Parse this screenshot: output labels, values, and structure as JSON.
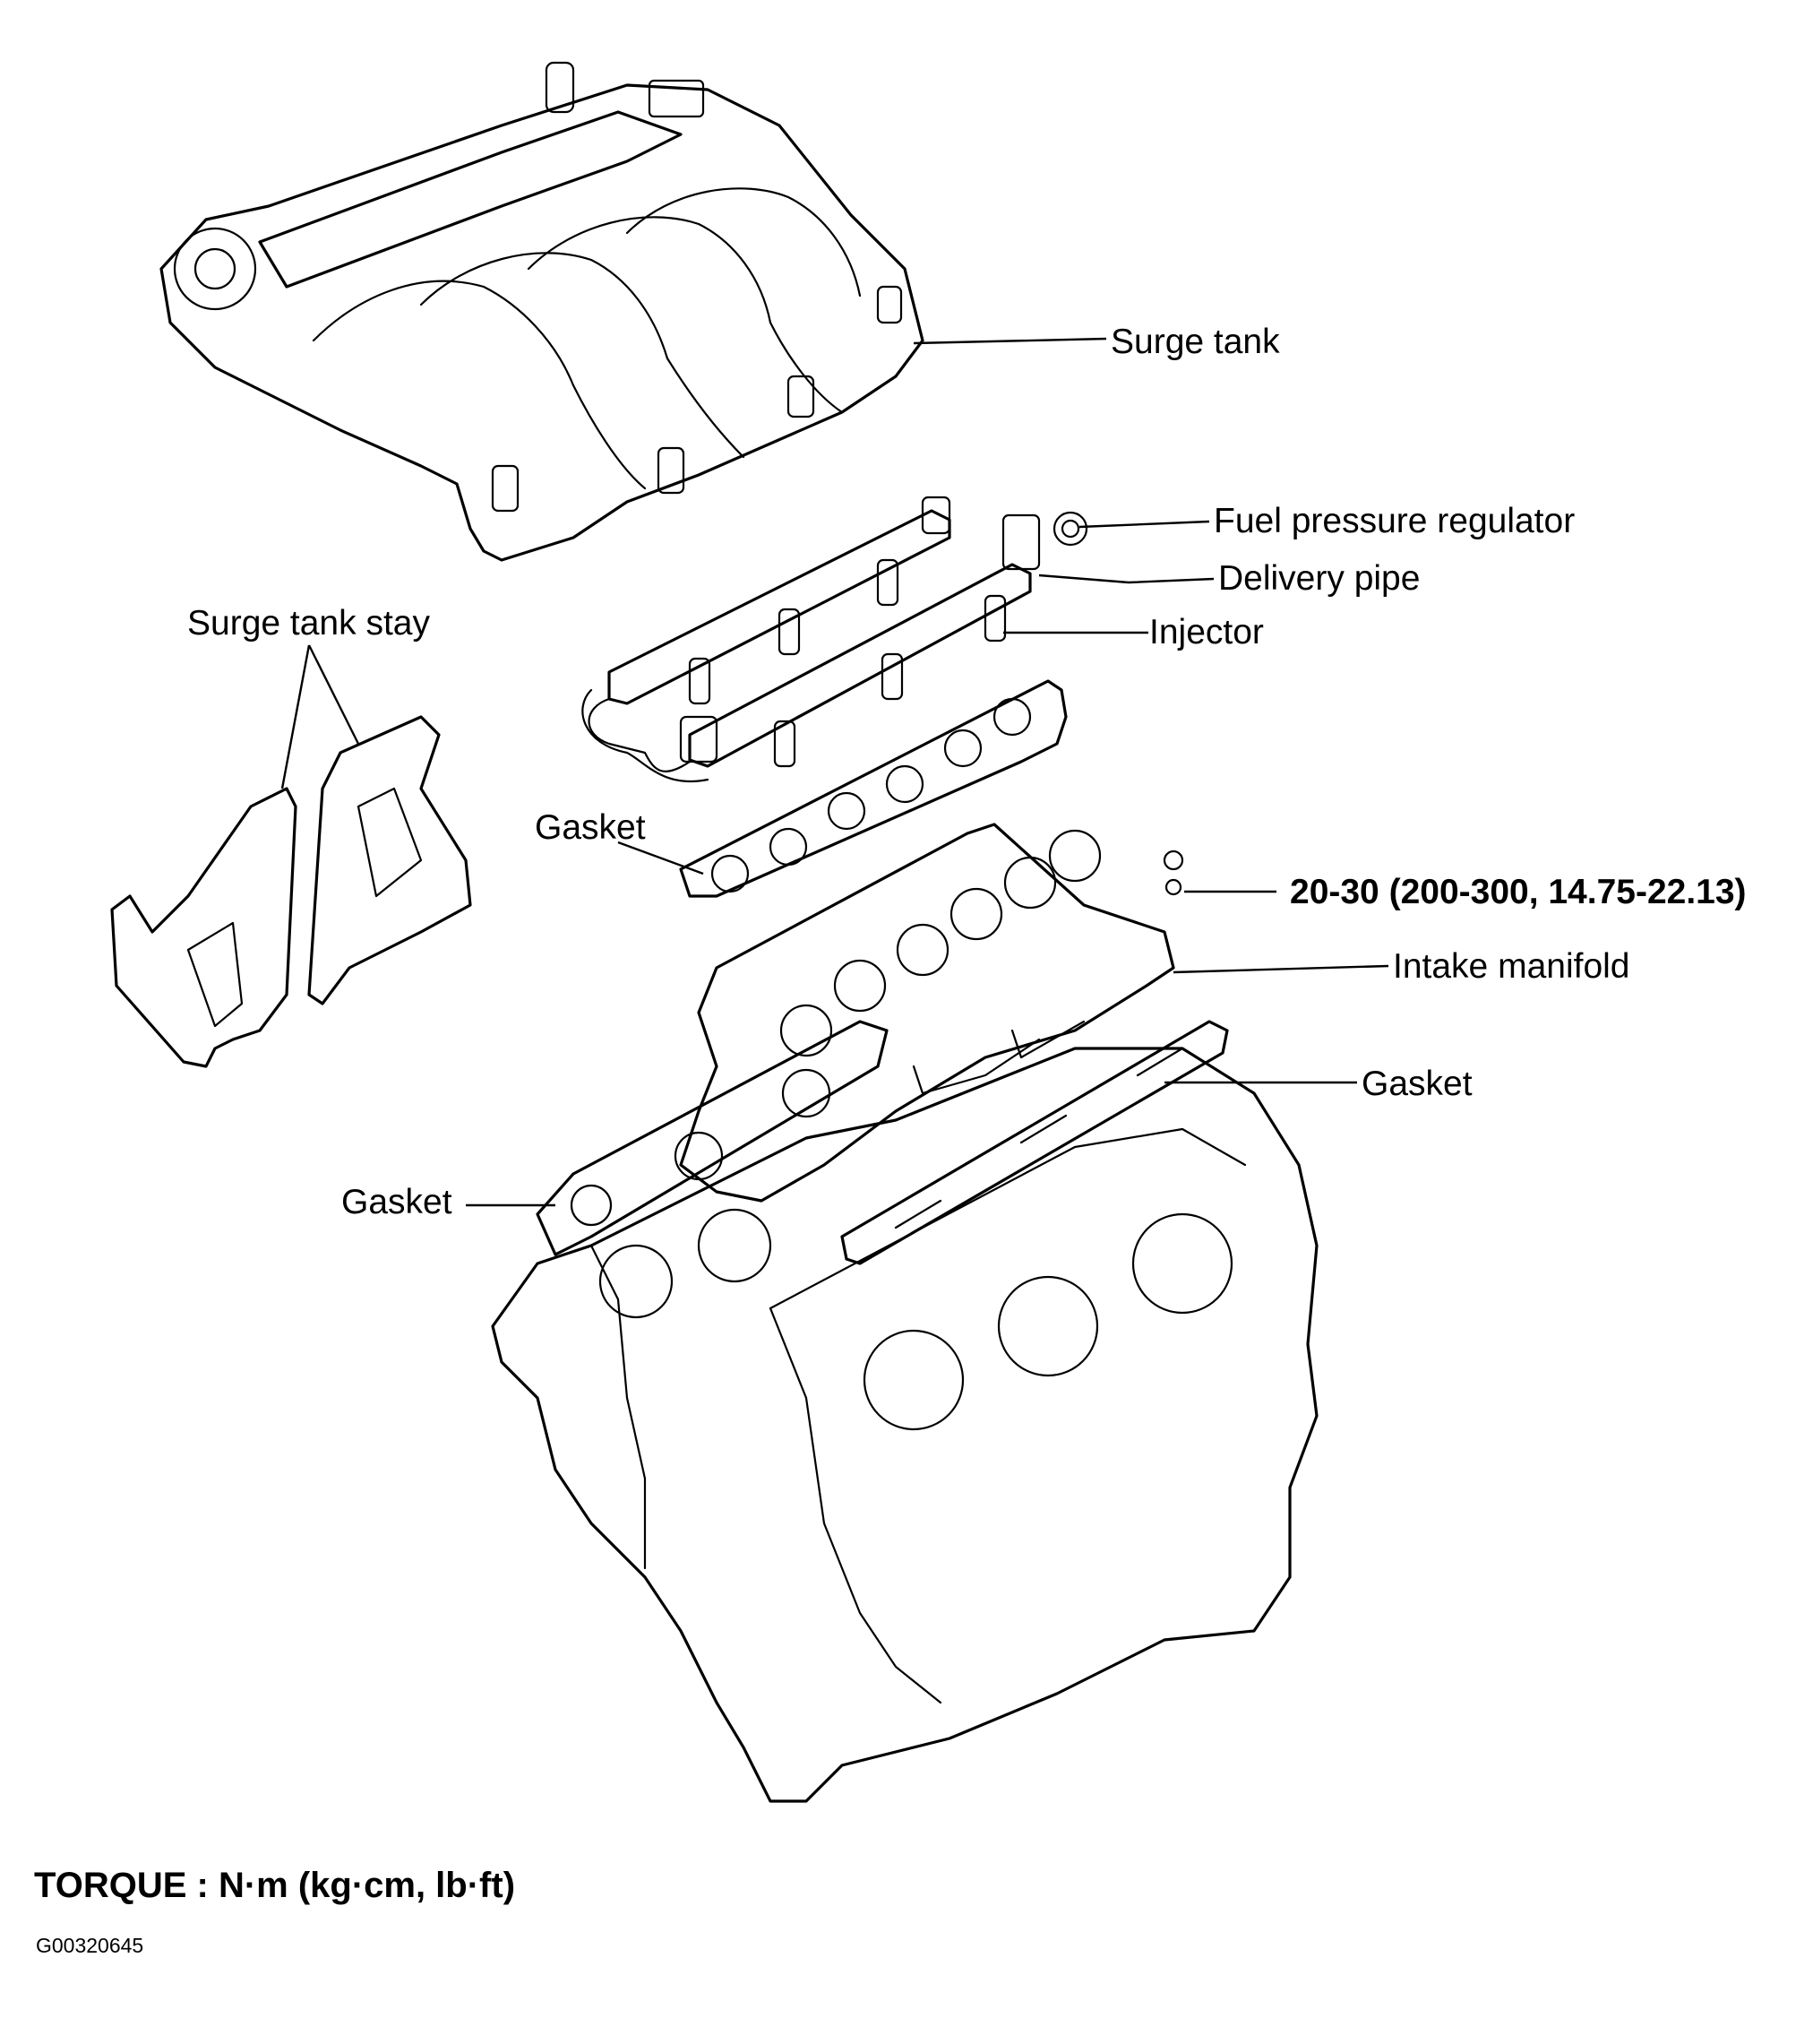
{
  "labels": {
    "surge_tank": "Surge tank",
    "fuel_pressure_regulator": "Fuel pressure regulator",
    "delivery_pipe": "Delivery pipe",
    "injector": "Injector",
    "surge_tank_stay": "Surge tank stay",
    "gasket_upper": "Gasket",
    "torque_value": "20-30 (200-300, 14.75-22.13)",
    "intake_manifold": "Intake manifold",
    "gasket_right": "Gasket",
    "gasket_left": "Gasket"
  },
  "footer": {
    "torque_units": "TORQUE : N·m (kg·cm, lb·ft)",
    "figure_id": "G00320645"
  }
}
